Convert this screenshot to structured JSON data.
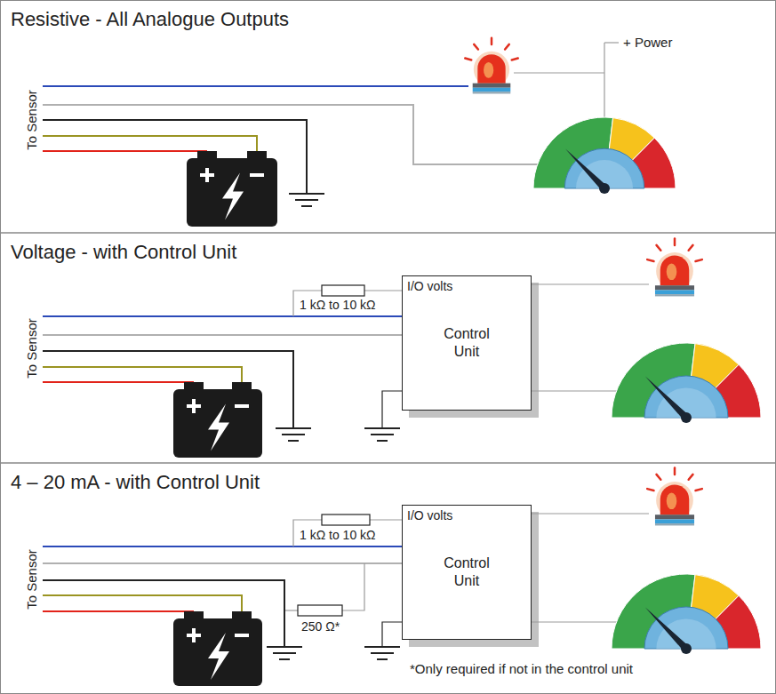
{
  "diagram": {
    "nodes": [
      {
        "text": [
          "Resistive - All Analogue Outputs"
        ]
      },
      {
        "text": [
          "Voltage - with Control Unit"
        ]
      },
      {
        "text": [
          "I/O volts",
          "Control Unit"
        ],
        "in": 1
      },
      {
        "text": [
          "4 – 20 mA - with Control Unit"
        ]
      },
      {
        "text": [
          "I/O volts",
          "Control Unit"
        ],
        "in": 3
      }
    ],
    "labels": [
      "To Sensor",
      "+ Power",
      "To Sensor",
      "1 kΩ to 10 kΩ",
      "To Sensor",
      "1 kΩ to 10 kΩ",
      "250 Ω*",
      "*Only required if not in the control unit"
    ]
  }
}
